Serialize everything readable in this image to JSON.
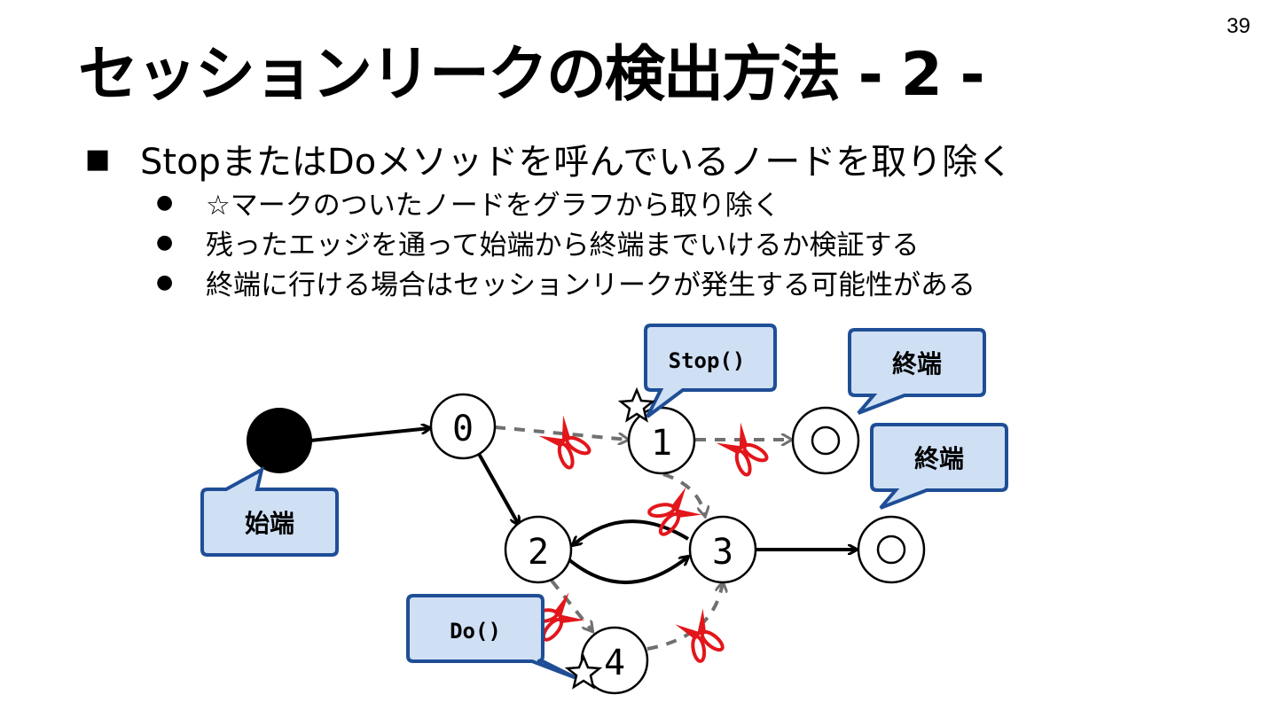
{
  "page_number": "39",
  "title": "セッションリークの検出方法 - 2 -",
  "bullet": {
    "marker": "■",
    "text": "StopまたはDoメソッドを呼んでいるノードを取り除く",
    "sub_marker": "●",
    "sub_items": [
      "☆マークのついたノードをグラフから取り除く",
      "残ったエッジを通って始端から終端までいけるか検証する",
      "終端に行ける場合はセッションリークが発生する可能性がある"
    ]
  },
  "diagram": {
    "nodes": {
      "n0": "0",
      "n1": "1",
      "n2": "2",
      "n3": "3",
      "n4": "4"
    },
    "callouts": {
      "stop": "Stop()",
      "do": "Do()",
      "start": "始端",
      "end1": "終端",
      "end2": "終端"
    },
    "colors": {
      "callout_fill": "#cfe0f5",
      "callout_border": "#1f4e96",
      "removed_edge": "#707070",
      "scissors": "#e3161b"
    }
  }
}
